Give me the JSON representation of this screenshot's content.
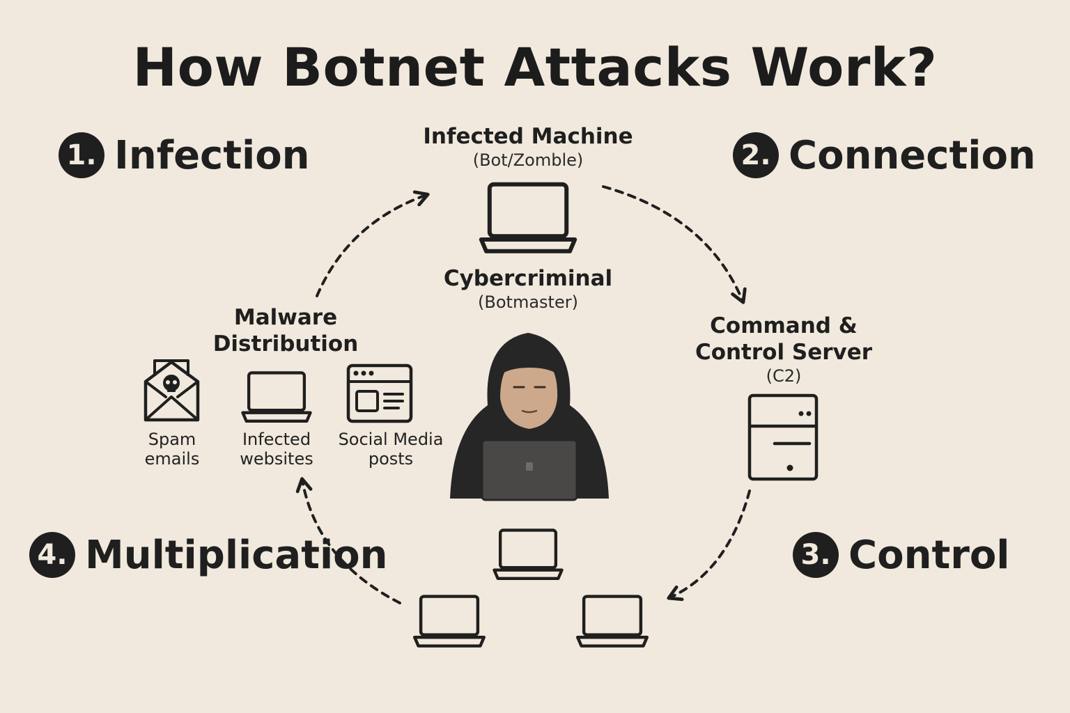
{
  "title": "How Botnet Attacks Work?",
  "steps": [
    {
      "num": "1.",
      "label": "Infection"
    },
    {
      "num": "2.",
      "label": "Connection"
    },
    {
      "num": "3.",
      "label": "Control"
    },
    {
      "num": "4.",
      "label": "Multiplication"
    }
  ],
  "nodes": {
    "infected_machine": {
      "title": "Infected Machine",
      "subtitle": "(Bot/Zomble)"
    },
    "cybercriminal": {
      "title": "Cybercriminal",
      "subtitle": "(Botmaster)"
    },
    "c2": {
      "title_line1": "Command &",
      "title_line2": "Control Server",
      "subtitle": "(C2)"
    },
    "malware": {
      "title_line1": "Malware",
      "title_line2": "Distribution",
      "channels": [
        {
          "line1": "Spam",
          "line2": "emails",
          "icon": "skull-envelope-icon"
        },
        {
          "line1": "Infected",
          "line2": "websites",
          "icon": "laptop-icon"
        },
        {
          "line1": "Social Media",
          "line2": "posts",
          "icon": "browser-window-icon"
        }
      ]
    }
  },
  "colors": {
    "background": "#f1e9dd",
    "ink": "#1f1f1f",
    "hoodie": "#262626",
    "face": "#cda88a"
  }
}
